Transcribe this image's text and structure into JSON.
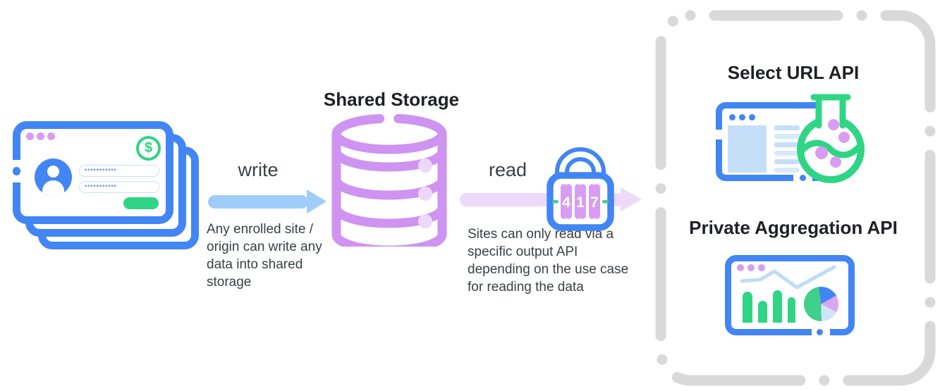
{
  "colors": {
    "blue": "#4285f4",
    "light_blue": "#c6dff8",
    "pale_blue": "#d7e9fb",
    "arrow_blue": "#9fccf8",
    "purple": "#cf93f1",
    "purple_light": "#eed7fa",
    "purple_dot": "#d89df2",
    "arrow_pink": "#efd9f8",
    "green": "#2fd584",
    "gray_dash": "#d9d9d9",
    "heading_text": "#202124",
    "body_text": "#3c4043"
  },
  "site_window": {
    "password_field_1": "•••••••••••",
    "password_field_2": "•••••••••••",
    "dollar_sign": "$"
  },
  "write": {
    "label": "write",
    "caption": "Any enrolled site / origin can write any data into shared storage"
  },
  "storage": {
    "title": "Shared Storage"
  },
  "read": {
    "label": "read",
    "caption": "Sites can only read via a specific output API depending on the use case for reading the data"
  },
  "lock": {
    "code": "417"
  },
  "apis": {
    "select_url": {
      "title": "Select URL API"
    },
    "private_aggregation": {
      "title": "Private Aggregation API"
    }
  }
}
